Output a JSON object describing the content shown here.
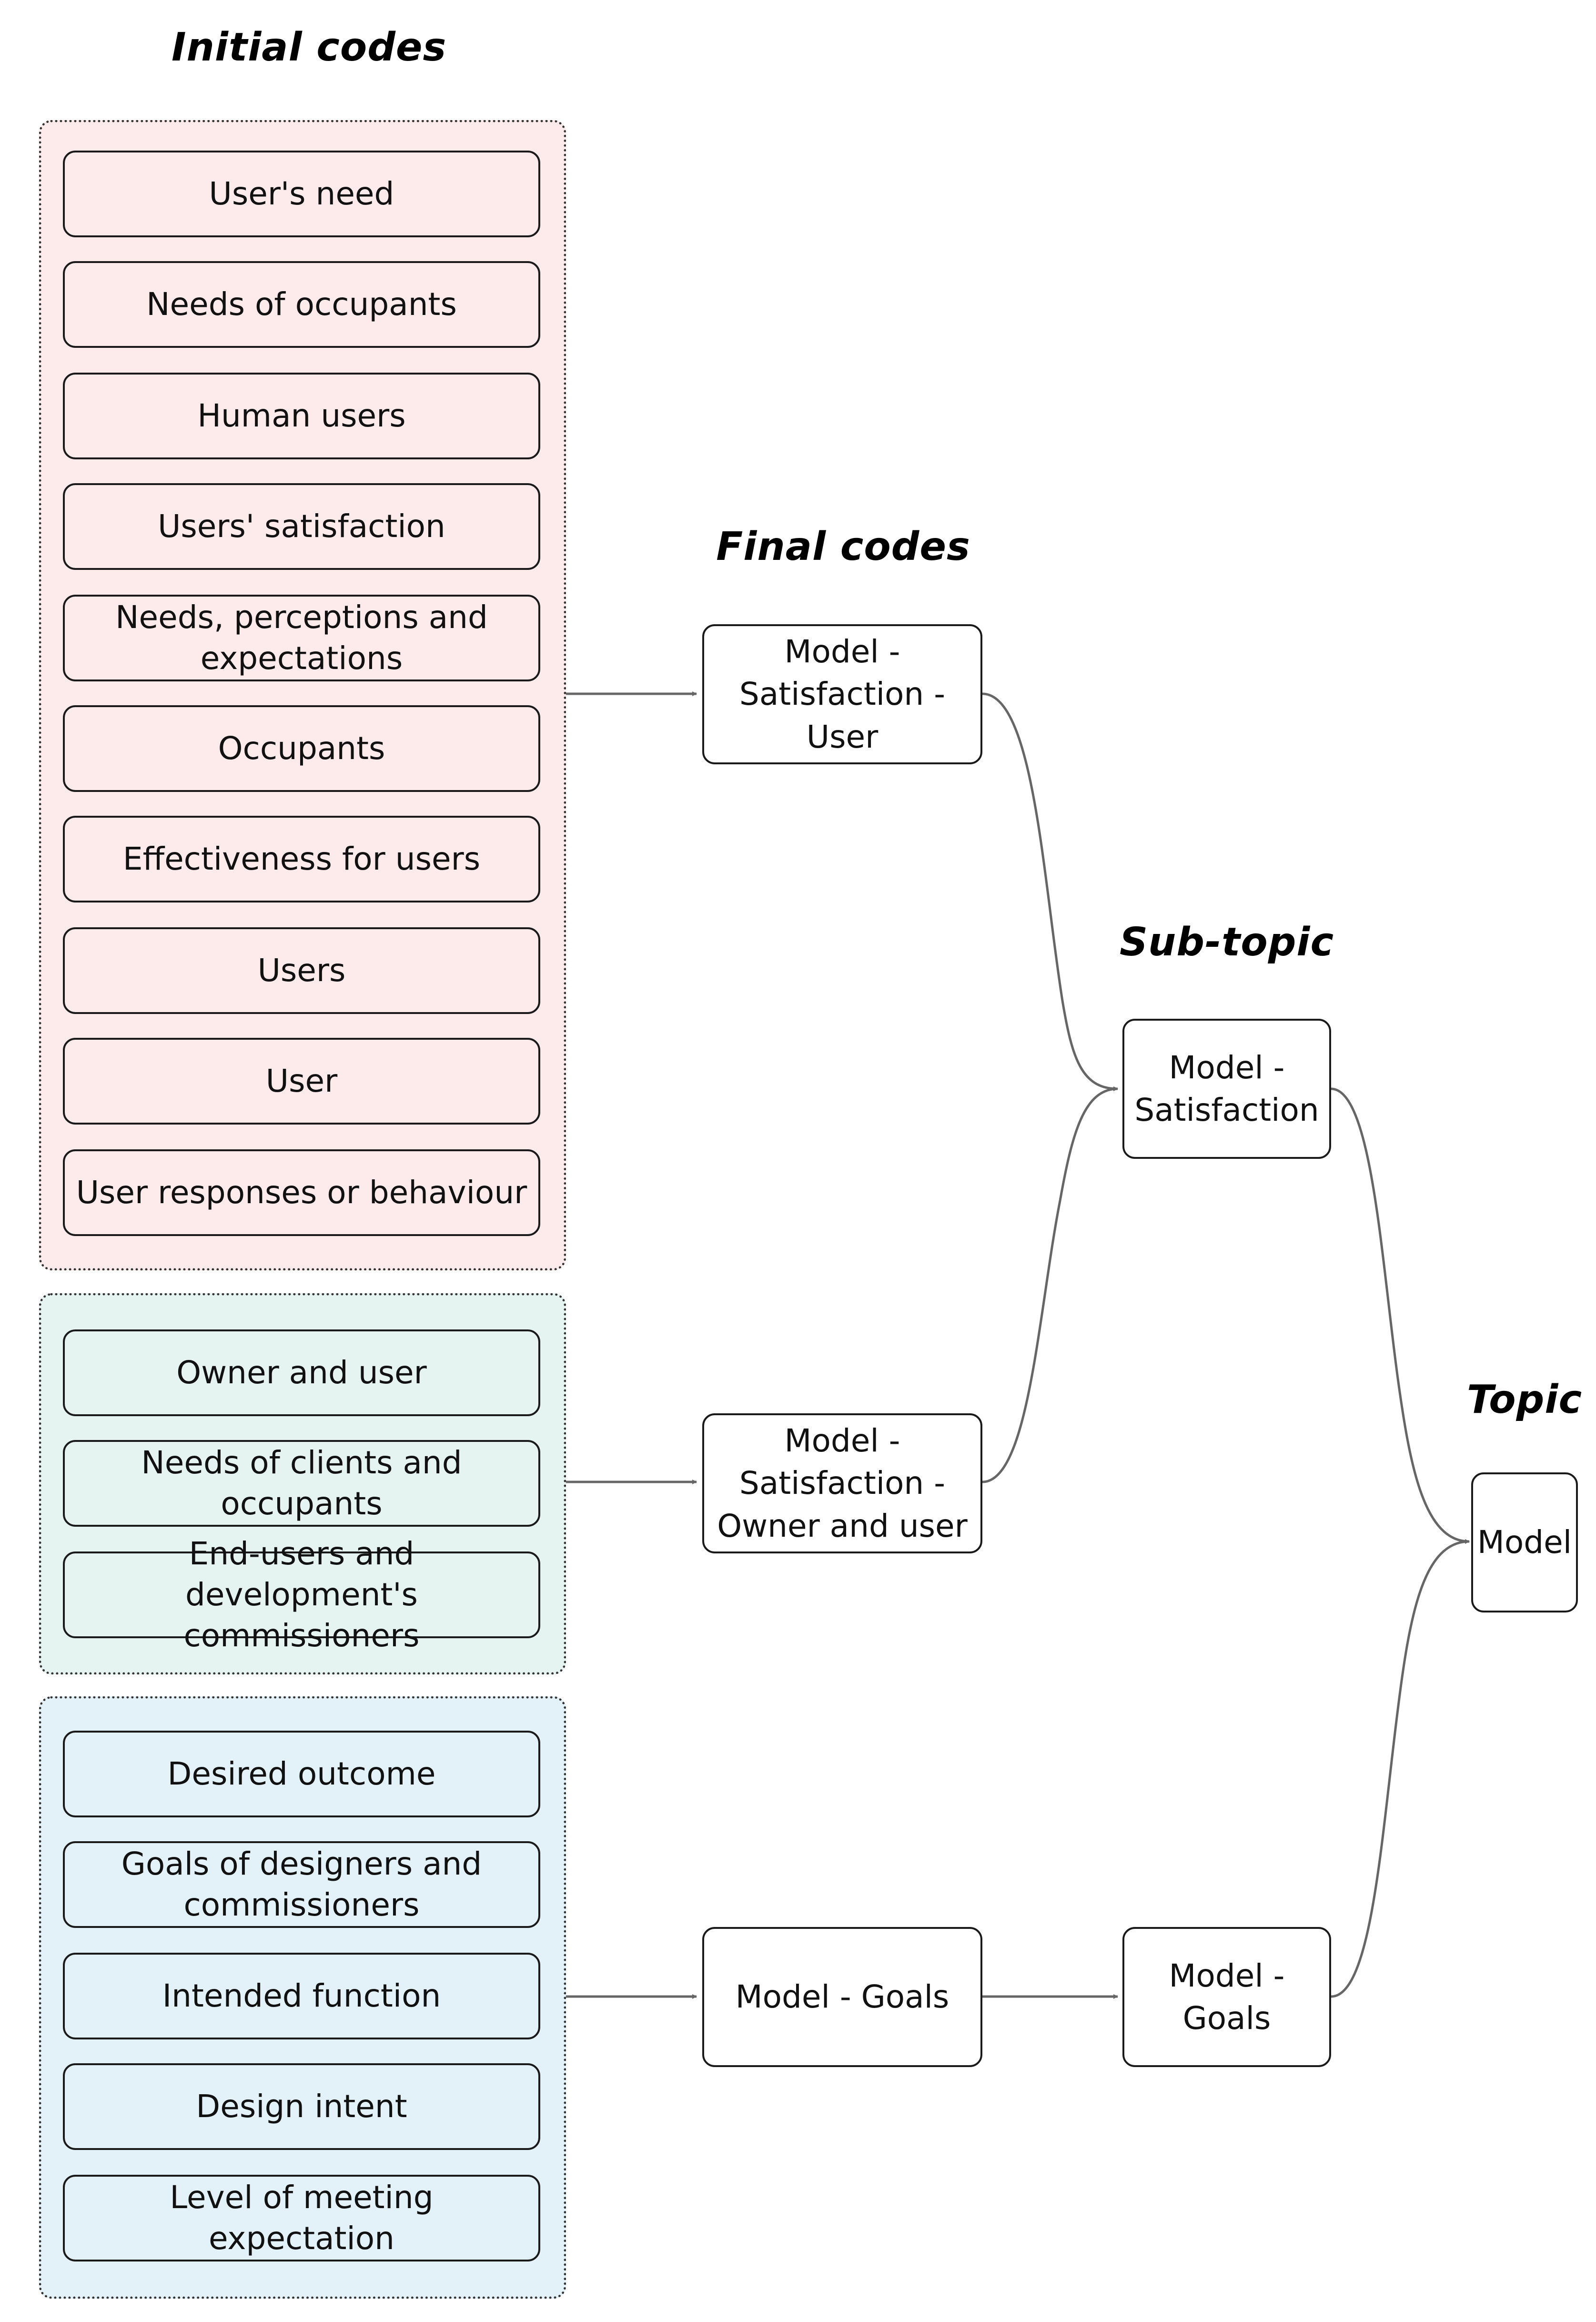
{
  "headings": {
    "initial_codes": "Initial codes",
    "final_codes": "Final codes",
    "sub_topic": "Sub-topic",
    "topic": "Topic"
  },
  "colors": {
    "group_user": "#fdeaea",
    "group_owner": "#e6f4f1",
    "group_goals": "#e3f1f8",
    "arrow": "#666666",
    "box_border": "#1a1a1a"
  },
  "groups": {
    "user": {
      "items": [
        "User's need",
        "Needs of occupants",
        "Human users",
        "Users' satisfaction",
        "Needs, perceptions and expectations",
        "Occupants",
        "Effectiveness for users",
        "Users",
        "User",
        "User responses or behaviour"
      ]
    },
    "owner": {
      "items": [
        "Owner and user",
        "Needs of clients and occupants",
        "End-users and development's commissioners"
      ]
    },
    "goals": {
      "items": [
        "Desired outcome",
        "Goals of designers and commissioners",
        "Intended function",
        "Design intent",
        "Level of meeting expectation"
      ]
    }
  },
  "final_codes": {
    "user": "Model - Satisfaction - User",
    "owner": "Model - Satisfaction - Owner and user",
    "goals": "Model - Goals"
  },
  "sub_topics": {
    "satisfaction": "Model - Satisfaction",
    "goals": "Model - Goals"
  },
  "topic": {
    "model": "Model"
  }
}
